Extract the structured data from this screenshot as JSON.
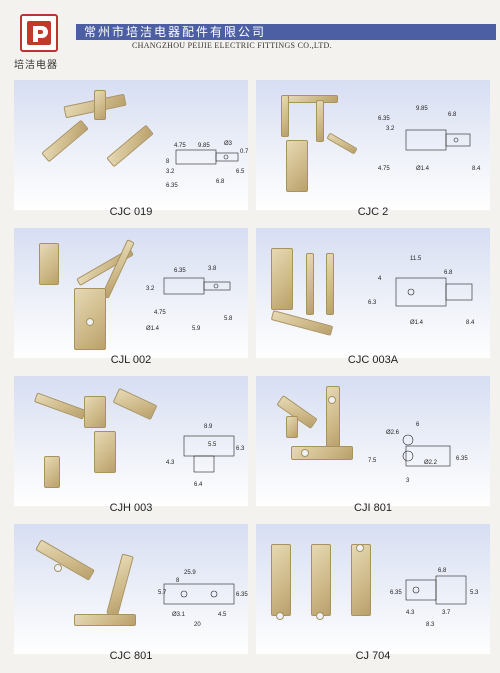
{
  "header": {
    "company_cn": "常州市培洁电器配件有限公司",
    "company_en": "CHANGZHOU PEIJIE ELECTRIC FITTINGS CO.,LTD.",
    "logo_text": "培洁电器"
  },
  "products": [
    {
      "code": "CJC 019",
      "dims": [
        "4.75",
        "9.85",
        "Ø3",
        "0.7",
        "3.2",
        "6.35",
        "6.8",
        "6.5",
        "8"
      ]
    },
    {
      "code": "CJC 2",
      "dims": [
        "6.35",
        "9.85",
        "6.8",
        "3.2",
        "4.75",
        "Ø1.4",
        "8.4"
      ]
    },
    {
      "code": "CJL 002",
      "dims": [
        "3.2",
        "6.35",
        "3.8",
        "4.75",
        "5.9",
        "5.8",
        "Ø1.4"
      ]
    },
    {
      "code": "CJC 003A",
      "dims": [
        "11.5",
        "4",
        "6.8",
        "6.3",
        "Ø1.4",
        "8.4"
      ]
    },
    {
      "code": "CJH 003",
      "dims": [
        "8.9",
        "5.5",
        "4.3",
        "6.3",
        "6.4"
      ]
    },
    {
      "code": "CJI 801",
      "dims": [
        "6",
        "Ø2.6",
        "Ø2.2",
        "7.5",
        "3",
        "6.35"
      ]
    },
    {
      "code": "CJC 801",
      "dims": [
        "25.9",
        "8",
        "5.7",
        "Ø3.1",
        "4.5",
        "20",
        "6.35"
      ]
    },
    {
      "code": "CJ 704",
      "dims": [
        "6.8",
        "6.35",
        "4.3",
        "3.7",
        "8.3",
        "5.3"
      ]
    }
  ]
}
